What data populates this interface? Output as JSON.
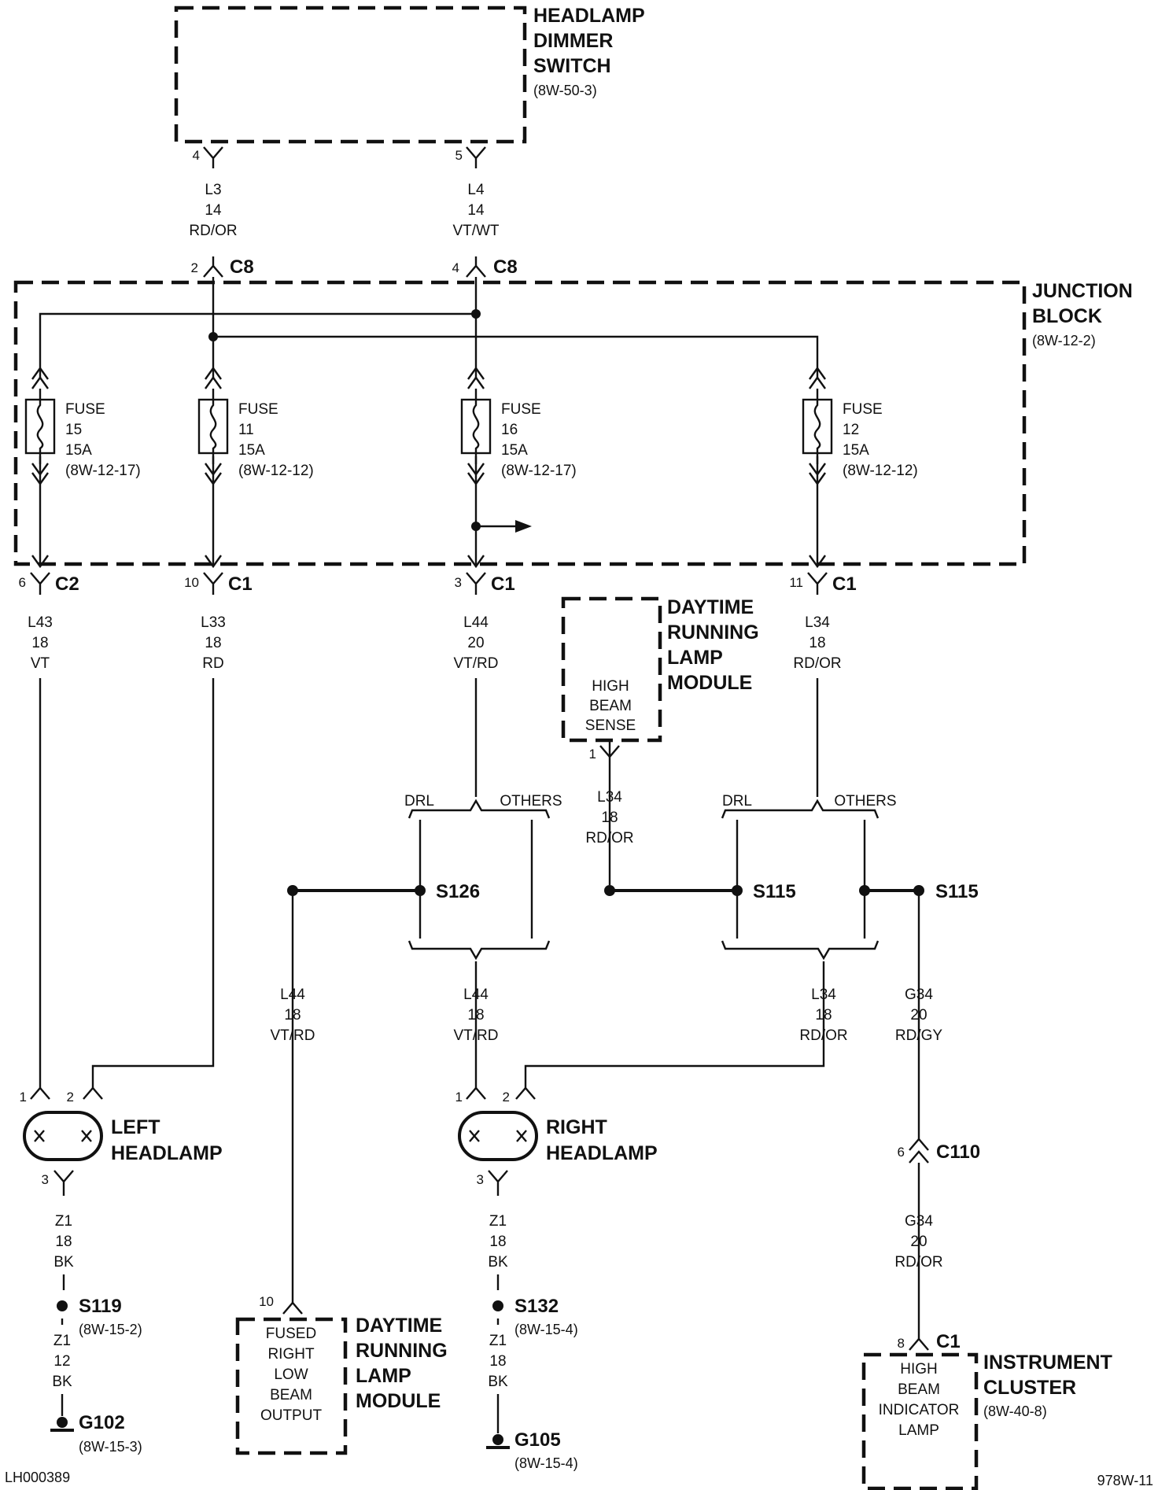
{
  "components": {
    "dimmer_switch": {
      "title": [
        "HEADLAMP",
        "DIMMER",
        "SWITCH"
      ],
      "ref": "(8W-50-3)"
    },
    "junction_block": {
      "title": [
        "JUNCTION",
        "BLOCK"
      ],
      "ref": "(8W-12-2)"
    },
    "drl_module_top": {
      "title": [
        "DAYTIME",
        "RUNNING",
        "LAMP",
        "MODULE"
      ],
      "inner": [
        "HIGH",
        "BEAM",
        "SENSE"
      ],
      "pin": "1"
    },
    "drl_module_bottom": {
      "title": [
        "DAYTIME",
        "RUNNING",
        "LAMP",
        "MODULE"
      ],
      "inner": [
        "FUSED",
        "RIGHT",
        "LOW",
        "BEAM",
        "OUTPUT"
      ],
      "pin": "10"
    },
    "left_headlamp": {
      "title": [
        "LEFT",
        "HEADLAMP"
      ]
    },
    "right_headlamp": {
      "title": [
        "RIGHT",
        "HEADLAMP"
      ]
    },
    "instrument_cluster": {
      "title": [
        "INSTRUMENT",
        "CLUSTER"
      ],
      "ref": "(8W-40-8)",
      "inner": [
        "HIGH",
        "BEAM",
        "INDICATOR",
        "LAMP"
      ],
      "pin": "8",
      "connector": "C1"
    }
  },
  "fuses": [
    {
      "label": "FUSE",
      "number": "15",
      "rating": "15A",
      "ref": "(8W-12-17)"
    },
    {
      "label": "FUSE",
      "number": "11",
      "rating": "15A",
      "ref": "(8W-12-12)"
    },
    {
      "label": "FUSE",
      "number": "16",
      "rating": "15A",
      "ref": "(8W-12-17)"
    },
    {
      "label": "FUSE",
      "number": "12",
      "rating": "15A",
      "ref": "(8W-12-12)"
    }
  ],
  "top_wires": [
    {
      "pin": "4",
      "lines": [
        "L3",
        "14",
        "RD/OR"
      ],
      "jb_pin": "2",
      "jb_conn": "C8"
    },
    {
      "pin": "5",
      "lines": [
        "L4",
        "14",
        "VT/WT"
      ],
      "jb_pin": "4",
      "jb_conn": "C8"
    }
  ],
  "jb_outputs": [
    {
      "pin": "6",
      "conn": "C2",
      "lines": [
        "L43",
        "18",
        "VT"
      ]
    },
    {
      "pin": "10",
      "conn": "C1",
      "lines": [
        "L33",
        "18",
        "RD"
      ]
    },
    {
      "pin": "3",
      "conn": "C1",
      "lines": [
        "L44",
        "20",
        "VT/RD"
      ]
    },
    {
      "pin": "11",
      "conn": "C1",
      "lines": [
        "L34",
        "18",
        "RD/OR"
      ]
    }
  ],
  "drl_sense_wire": [
    "L34",
    "18",
    "RD/OR"
  ],
  "branches": {
    "left": {
      "drl": "DRL",
      "others": "OTHERS"
    },
    "right": {
      "drl": "DRL",
      "others": "OTHERS"
    }
  },
  "splices": {
    "s126": "S126",
    "s115_a": "S115",
    "s115_b": "S115"
  },
  "lower_wires": {
    "l44_drl": [
      "L44",
      "18",
      "VT/RD"
    ],
    "l44_headlamp": [
      "L44",
      "18",
      "VT/RD"
    ],
    "l34_headlamp": [
      "L34",
      "18",
      "RD/OR"
    ],
    "g34_upper": [
      "G34",
      "20",
      "RD/GY"
    ],
    "g34_lower": [
      "G34",
      "20",
      "RD/OR"
    ]
  },
  "headlamp_pins": {
    "left": [
      "1",
      "2",
      "3"
    ],
    "right": [
      "1",
      "2",
      "3"
    ]
  },
  "connector_c110": {
    "pin": "6",
    "name": "C110"
  },
  "ground_left": {
    "wire1": [
      "Z1",
      "18",
      "BK"
    ],
    "splice": "S119",
    "splice_ref": "(8W-15-2)",
    "wire2": [
      "Z1",
      "12",
      "BK"
    ],
    "ground": "G102",
    "ground_ref": "(8W-15-3)"
  },
  "ground_right": {
    "wire1": [
      "Z1",
      "18",
      "BK"
    ],
    "splice": "S132",
    "splice_ref": "(8W-15-4)",
    "wire2": [
      "Z1",
      "18",
      "BK"
    ],
    "ground": "G105",
    "ground_ref": "(8W-15-4)"
  },
  "footer": {
    "left": "LH000389",
    "right": "978W-11"
  }
}
